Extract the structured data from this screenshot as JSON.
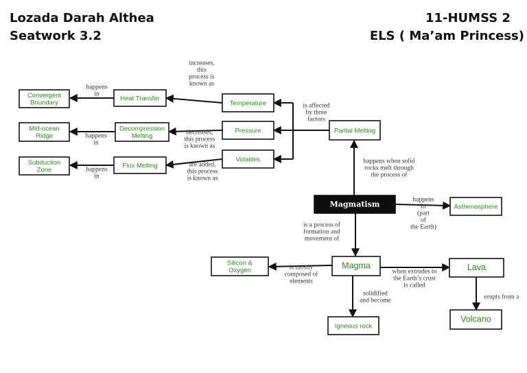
{
  "header": {
    "name": "Lozada Darah Althea",
    "seatwork": "Seatwork 3.2",
    "section": "11-HUMSS 2",
    "subject": "ELS ( Ma’am Princess)"
  },
  "colors": {
    "node_text": "#2e8b1e",
    "center_fill": "#0d0d0d",
    "line": "#111111"
  },
  "nodes": [
    {
      "id": "magmatism",
      "lines": [
        "Magmatism"
      ],
      "kind": "dark"
    },
    {
      "id": "partial-melting",
      "lines": [
        "Partial Melting"
      ]
    },
    {
      "id": "temperature",
      "lines": [
        "Temperature"
      ]
    },
    {
      "id": "pressure",
      "lines": [
        "Pressure"
      ]
    },
    {
      "id": "volatiles",
      "lines": [
        "Volatiles"
      ]
    },
    {
      "id": "heat-transfer",
      "lines": [
        "Heat Transfer"
      ]
    },
    {
      "id": "decompression-melting",
      "lines": [
        "Decompression",
        "Melting"
      ]
    },
    {
      "id": "flux-melting",
      "lines": [
        "Flux Melting"
      ]
    },
    {
      "id": "convergent-boundary",
      "lines": [
        "Convergent",
        "Boundary"
      ]
    },
    {
      "id": "mid-ocean-ridge",
      "lines": [
        "Mid-ocean",
        "Ridge"
      ]
    },
    {
      "id": "subduction-zone",
      "lines": [
        "Subduction",
        "Zone"
      ]
    },
    {
      "id": "asthenosphere",
      "lines": [
        "Asthenosphere"
      ]
    },
    {
      "id": "magma",
      "lines": [
        "Magma"
      ],
      "kind": "big"
    },
    {
      "id": "silicon-oxygen",
      "lines": [
        "Silicon &",
        "Oxygen"
      ]
    },
    {
      "id": "lava",
      "lines": [
        "Lava"
      ],
      "kind": "big"
    },
    {
      "id": "volcano",
      "lines": [
        "Volcano"
      ],
      "kind": "big"
    },
    {
      "id": "igneous-rock",
      "lines": [
        "Igneous rock"
      ]
    }
  ],
  "edge_labels": [
    {
      "id": "happens-when-solid",
      "lines": [
        "happens when solid",
        "rocks melt through",
        "the process of"
      ]
    },
    {
      "id": "is-affected",
      "lines": [
        "is affected",
        "by three",
        "factors"
      ]
    },
    {
      "id": "increases",
      "lines": [
        "increases,",
        "this",
        "process is",
        "known as"
      ]
    },
    {
      "id": "decreases",
      "lines": [
        "decreases,",
        "this process",
        "is known as"
      ]
    },
    {
      "id": "are-added",
      "lines": [
        "are added,",
        "this process",
        "is known as"
      ]
    },
    {
      "id": "happens-in-1",
      "lines": [
        "happens",
        "in"
      ]
    },
    {
      "id": "happens-in-2",
      "lines": [
        "happens",
        "in"
      ]
    },
    {
      "id": "happens-in-3",
      "lines": [
        "happens",
        "in"
      ]
    },
    {
      "id": "happens-in-part",
      "lines": [
        "happens",
        "in",
        "(part",
        "of",
        "the Earth)"
      ]
    },
    {
      "id": "is-a-process",
      "lines": [
        "is a process of",
        "formation and",
        "movement of"
      ]
    },
    {
      "id": "mostly-composed",
      "lines": [
        "is mostly",
        "composed of",
        "elements"
      ]
    },
    {
      "id": "when-extrudes",
      "lines": [
        "when extrudes to",
        "the Earth’s crust",
        "is called"
      ]
    },
    {
      "id": "solidified",
      "lines": [
        "solidified",
        "and become"
      ]
    },
    {
      "id": "erupts-from",
      "lines": [
        "erupts from a"
      ]
    }
  ]
}
